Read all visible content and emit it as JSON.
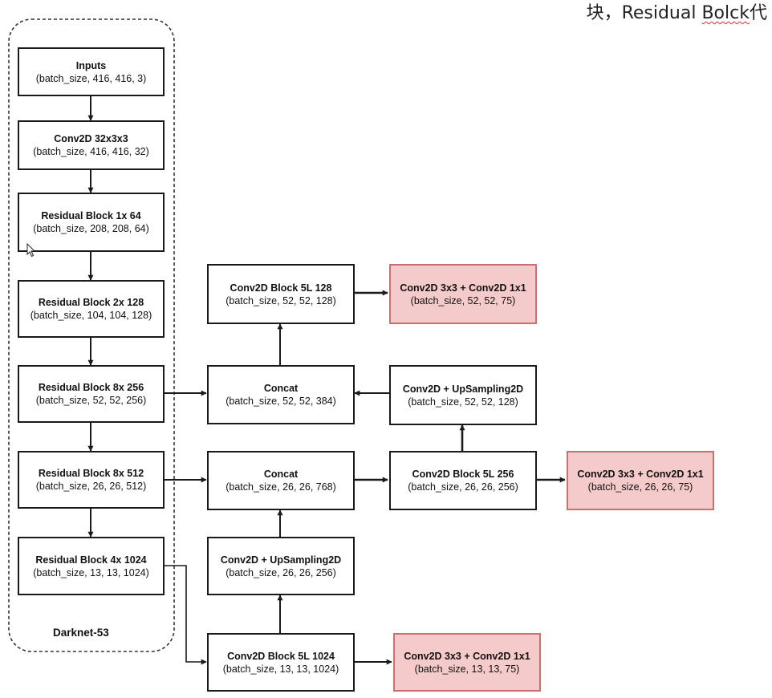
{
  "top_text": {
    "prefix": "块，Residual ",
    "misspelled": "Bolck",
    "suffix": "代"
  },
  "backbone": {
    "label": "Darknet-53"
  },
  "nodes": {
    "inputs": {
      "title": "Inputs",
      "shape": "(batch_size, 416, 416, 3)"
    },
    "conv32": {
      "title": "Conv2D 32x3x3",
      "shape": "(batch_size, 416, 416, 32)"
    },
    "res1": {
      "title": "Residual Block 1x  64",
      "shape": "(batch_size, 208, 208, 64)"
    },
    "res2": {
      "title": "Residual Block 2x  128",
      "shape": "(batch_size, 104, 104, 128)"
    },
    "res8a": {
      "title": "Residual Block 8x  256",
      "shape": "(batch_size, 52, 52, 256)"
    },
    "res8b": {
      "title": "Residual Block 8x  512",
      "shape": "(batch_size, 26, 26, 512)"
    },
    "res4": {
      "title": "Residual Block 4x  1024",
      "shape": "(batch_size, 13, 13, 1024)"
    },
    "c5l128": {
      "title": "Conv2D Block 5L  128",
      "shape": "(batch_size, 52, 52, 128)"
    },
    "head52": {
      "title": "Conv2D 3x3 + Conv2D 1x1",
      "shape": "(batch_size, 52, 52, 75)"
    },
    "concat52": {
      "title": "Concat",
      "shape": "(batch_size, 52, 52, 384)"
    },
    "up128": {
      "title": "Conv2D + UpSampling2D",
      "shape": "(batch_size, 52, 52, 128)"
    },
    "concat26": {
      "title": "Concat",
      "shape": "(batch_size, 26, 26, 768)"
    },
    "c5l256": {
      "title": "Conv2D Block 5L  256",
      "shape": "(batch_size, 26, 26, 256)"
    },
    "head26": {
      "title": "Conv2D 3x3 + Conv2D 1x1",
      "shape": "(batch_size, 26, 26, 75)"
    },
    "up256": {
      "title": "Conv2D + UpSampling2D",
      "shape": "(batch_size, 26, 26, 256)"
    },
    "c5l1024": {
      "title": "Conv2D Block 5L  1024",
      "shape": "(batch_size, 13, 13, 1024)"
    },
    "head13": {
      "title": "Conv2D 3x3 + Conv2D 1x1",
      "shape": "(batch_size, 13, 13, 75)"
    }
  },
  "colors": {
    "line": "#1a1a1a",
    "head_fill": "#f5caca",
    "head_border": "#c97070",
    "dashed_border": "#333333"
  }
}
